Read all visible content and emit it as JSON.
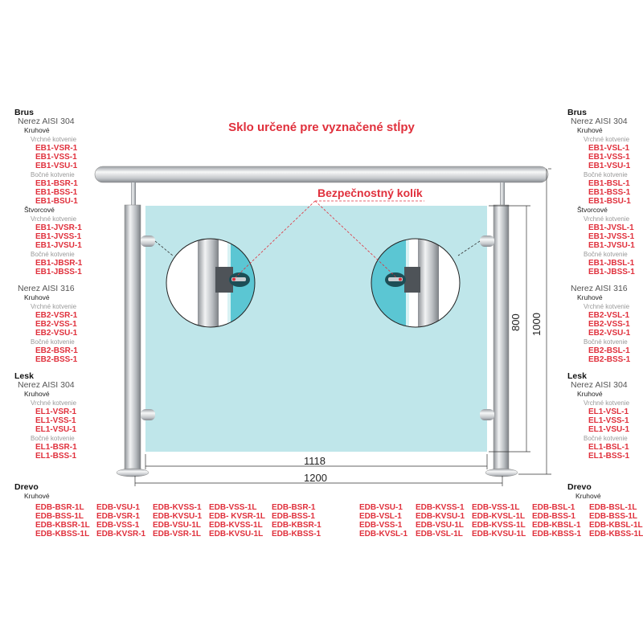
{
  "title": "Sklo určené pre vyznačené stĺpy",
  "callout": "Bezpečnostný kolík",
  "dimensions": {
    "glass_width": "1118",
    "total_width": "1200",
    "glass_height": "800",
    "total_height": "1000"
  },
  "colors": {
    "accent": "#e0303c",
    "glass": "#bfe6ea",
    "steel": "#c8cbcf"
  },
  "left_panel": [
    {
      "t": "head",
      "v": "Brus"
    },
    {
      "t": "mat",
      "v": "Nerez AISI 304"
    },
    {
      "t": "shape",
      "v": "Kruhové"
    },
    {
      "t": "anchor",
      "v": "Vrchné kotvenie"
    },
    {
      "t": "code",
      "v": "EB1-VSR-1"
    },
    {
      "t": "code",
      "v": "EB1-VSS-1"
    },
    {
      "t": "code",
      "v": "EB1-VSU-1"
    },
    {
      "t": "anchor",
      "v": "Bočné kotvenie"
    },
    {
      "t": "code",
      "v": "EB1-BSR-1"
    },
    {
      "t": "code",
      "v": "EB1-BSS-1"
    },
    {
      "t": "code",
      "v": "EB1-BSU-1"
    },
    {
      "t": "shape",
      "v": "Štvorcové"
    },
    {
      "t": "anchor",
      "v": "Vrchné kotvenie"
    },
    {
      "t": "code",
      "v": "EB1-JVSR-1"
    },
    {
      "t": "code",
      "v": "EB1-JVSS-1"
    },
    {
      "t": "code",
      "v": "EB1-JVSU-1"
    },
    {
      "t": "anchor",
      "v": "Bočné kotvenie"
    },
    {
      "t": "code",
      "v": "EB1-JBSR-1"
    },
    {
      "t": "code",
      "v": "EB1-JBSS-1"
    },
    {
      "t": "gap"
    },
    {
      "t": "mat",
      "v": "Nerez AISI 316"
    },
    {
      "t": "shape",
      "v": "Kruhové"
    },
    {
      "t": "anchor",
      "v": "Vrchné kotvenie"
    },
    {
      "t": "code",
      "v": "EB2-VSR-1"
    },
    {
      "t": "code",
      "v": "EB2-VSS-1"
    },
    {
      "t": "code",
      "v": "EB2-VSU-1"
    },
    {
      "t": "anchor",
      "v": "Bočné kotvenie"
    },
    {
      "t": "code",
      "v": "EB2-BSR-1"
    },
    {
      "t": "code",
      "v": "EB2-BSS-1"
    },
    {
      "t": "gap"
    },
    {
      "t": "head",
      "v": "Lesk"
    },
    {
      "t": "mat",
      "v": "Nerez AISI 304"
    },
    {
      "t": "shape",
      "v": "Kruhové"
    },
    {
      "t": "anchor",
      "v": "Vrchné kotvenie"
    },
    {
      "t": "code",
      "v": "EL1-VSR-1"
    },
    {
      "t": "code",
      "v": "EL1-VSS-1"
    },
    {
      "t": "code",
      "v": "EL1-VSU-1"
    },
    {
      "t": "anchor",
      "v": "Bočné kotvenie"
    },
    {
      "t": "code",
      "v": "EL1-BSR-1"
    },
    {
      "t": "code",
      "v": "EL1-BSS-1"
    }
  ],
  "right_panel": [
    {
      "t": "head",
      "v": "Brus"
    },
    {
      "t": "mat",
      "v": "Nerez AISI 304"
    },
    {
      "t": "shape",
      "v": "Kruhové"
    },
    {
      "t": "anchor",
      "v": "Vrchné kotvenie"
    },
    {
      "t": "code",
      "v": "EB1-VSL-1"
    },
    {
      "t": "code",
      "v": "EB1-VSS-1"
    },
    {
      "t": "code",
      "v": "EB1-VSU-1"
    },
    {
      "t": "anchor",
      "v": "Bočné kotvenie"
    },
    {
      "t": "code",
      "v": "EB1-BSL-1"
    },
    {
      "t": "code",
      "v": "EB1-BSS-1"
    },
    {
      "t": "code",
      "v": "EB1-BSU-1"
    },
    {
      "t": "shape",
      "v": "Štvorcové"
    },
    {
      "t": "anchor",
      "v": "Vrchné kotvenie"
    },
    {
      "t": "code",
      "v": "EB1-JVSL-1"
    },
    {
      "t": "code",
      "v": "EB1-JVSS-1"
    },
    {
      "t": "code",
      "v": "EB1-JVSU-1"
    },
    {
      "t": "anchor",
      "v": "Bočné kotvenie"
    },
    {
      "t": "code",
      "v": "EB1-JBSL-1"
    },
    {
      "t": "code",
      "v": "EB1-JBSS-1"
    },
    {
      "t": "gap"
    },
    {
      "t": "mat",
      "v": "Nerez AISI 316"
    },
    {
      "t": "shape",
      "v": "Kruhové"
    },
    {
      "t": "anchor",
      "v": "Vrchné kotvenie"
    },
    {
      "t": "code",
      "v": "EB2-VSL-1"
    },
    {
      "t": "code",
      "v": "EB2-VSS-1"
    },
    {
      "t": "code",
      "v": "EB2-VSU-1"
    },
    {
      "t": "anchor",
      "v": "Bočné kotvenie"
    },
    {
      "t": "code",
      "v": "EB2-BSL-1"
    },
    {
      "t": "code",
      "v": "EB2-BSS-1"
    },
    {
      "t": "gap"
    },
    {
      "t": "head",
      "v": "Lesk"
    },
    {
      "t": "mat",
      "v": "Nerez AISI 304"
    },
    {
      "t": "shape",
      "v": "Kruhové"
    },
    {
      "t": "anchor",
      "v": "Vrchné kotvenie"
    },
    {
      "t": "code",
      "v": "EL1-VSL-1"
    },
    {
      "t": "code",
      "v": "EL1-VSS-1"
    },
    {
      "t": "code",
      "v": "EL1-VSU-1"
    },
    {
      "t": "anchor",
      "v": "Bočné kotvenie"
    },
    {
      "t": "code",
      "v": "EL1-BSL-1"
    },
    {
      "t": "code",
      "v": "EL1-BSS-1"
    }
  ],
  "wood_left": {
    "head": "Drevo",
    "shape": "Kruhové",
    "columns": [
      [
        "EDB-BSR-1L",
        "EDB-BSS-1L",
        "EDB-KBSR-1L",
        "EDB-KBSS-1L"
      ],
      [
        "EDB-VSU-1",
        "EDB-VSR-1",
        "EDB-VSS-1",
        "EDB-KVSR-1"
      ],
      [
        "EDB-KVSS-1",
        "EDB-KVSU-1",
        "EDB-VSU-1L",
        "EDB-VSR-1L"
      ],
      [
        "EDB-VSS-1L",
        "EDB- KVSR-1L",
        "EDB-KVSS-1L",
        "EDB-KVSU-1L"
      ],
      [
        "EDB-BSR-1",
        "EDB-BSS-1",
        "EDB-KBSR-1",
        "EDB-KBSS-1"
      ]
    ]
  },
  "wood_right": {
    "head": "Drevo",
    "shape": "Kruhové",
    "columns": [
      [
        "EDB-VSU-1",
        "EDB-VSL-1",
        "EDB-VSS-1",
        "EDB-KVSL-1"
      ],
      [
        "EDB-KVSS-1",
        "EDB-KVSU-1",
        "EDB-VSU-1L",
        "EDB-VSL-1L"
      ],
      [
        "EDB-VSS-1L",
        "EDB-KVSL-1L",
        "EDB-KVSS-1L",
        "EDB-KVSU-1L"
      ],
      [
        "EDB-BSL-1",
        "EDB-BSS-1",
        "EDB-KBSL-1",
        "EDB-KBSS-1"
      ],
      [
        "EDB-BSL-1L",
        "EDB-BSS-1L",
        "EDB-KBSL-1L",
        "EDB-KBSS-1L"
      ]
    ]
  }
}
